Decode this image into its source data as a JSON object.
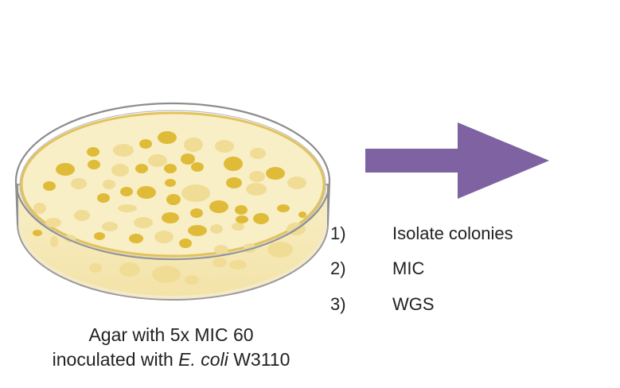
{
  "colors": {
    "agar": "#f8efc6",
    "agar_edge": "#e2c25c",
    "colony_dark": "#e0bb38",
    "colony_light": "#f0dc94",
    "dish_rim": "#8d8d8d",
    "arrow": "#7e62a1"
  },
  "icons": {
    "dish": "petri-dish-icon",
    "arrow": "right-arrow-icon"
  },
  "steps": [
    {
      "number": "1)",
      "label": "Isolate colonies"
    },
    {
      "number": "2)",
      "label": "MIC"
    },
    {
      "number": "3)",
      "label": "WGS"
    }
  ],
  "caption": {
    "line1": "Agar with 5x MIC 60",
    "line2_prefix": "inoculated with ",
    "line2_italic": "E. coli",
    "line2_suffix": " W3110"
  }
}
